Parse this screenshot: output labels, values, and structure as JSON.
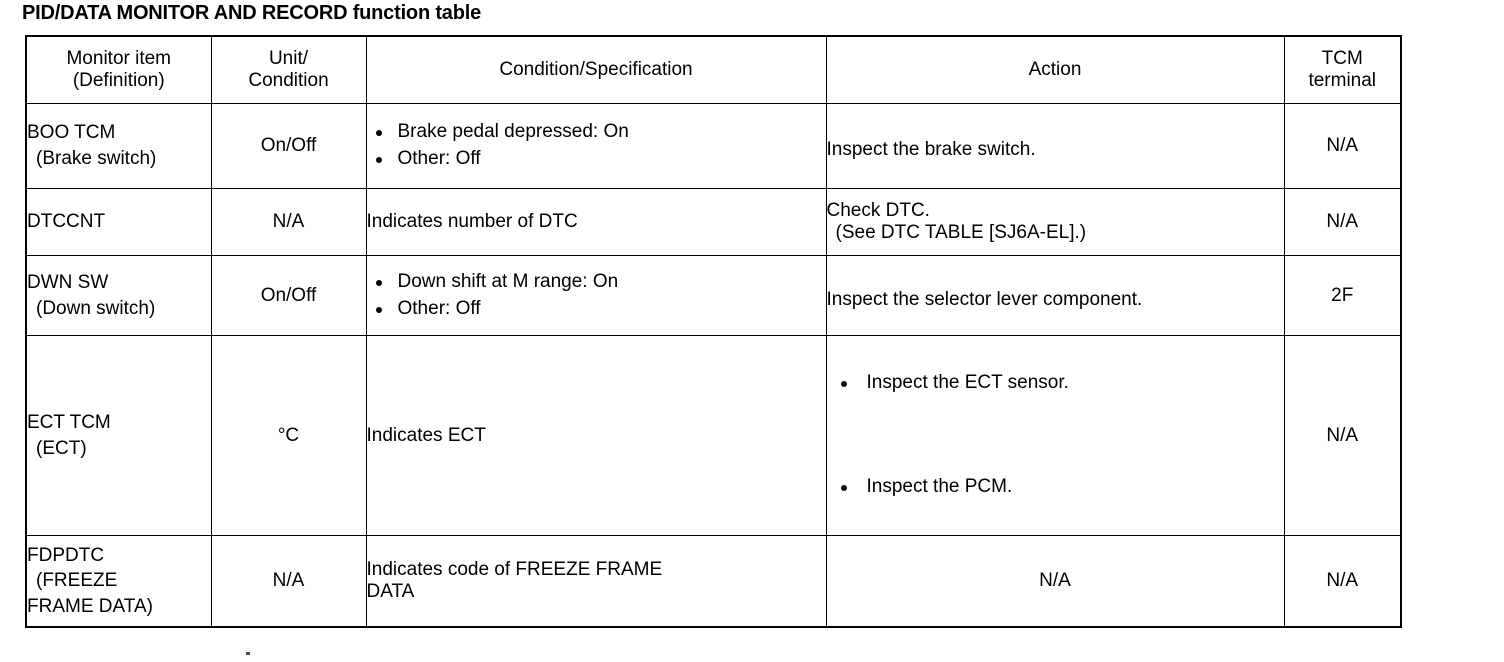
{
  "page_title": "PID/DATA MONITOR AND RECORD function table",
  "table": {
    "headers": {
      "monitor_item_line1": "Monitor item",
      "monitor_item_line2": "(Definition)",
      "unit_line1": "Unit/",
      "unit_line2": "Condition",
      "condition_spec": "Condition/Specification",
      "action": "Action",
      "tcm_line1": "TCM",
      "tcm_line2": "terminal"
    },
    "rows": [
      {
        "item_line1": "BOO TCM",
        "item_line2": "(Brake switch)",
        "unit": "On/Off",
        "condition_bullets": [
          "Brake pedal depressed: On",
          "Other: Off"
        ],
        "action_lines": [
          "Inspect the brake switch."
        ],
        "tcm_terminal": "N/A"
      },
      {
        "item_line1": "DTCCNT",
        "item_line2": "",
        "unit": "N/A",
        "condition_text": "Indicates number of DTC",
        "action_lines": [
          "Check DTC.",
          "(See DTC TABLE [SJ6A-EL].)"
        ],
        "tcm_terminal": "N/A"
      },
      {
        "item_line1": "DWN SW",
        "item_line2": "(Down switch)",
        "unit": "On/Off",
        "condition_bullets": [
          "Down shift at M range: On",
          "Other: Off"
        ],
        "action_lines": [
          "Inspect the selector lever component."
        ],
        "tcm_terminal": "2F"
      },
      {
        "item_line1": "ECT TCM",
        "item_line2": "(ECT)",
        "unit": "°C",
        "condition_text": "Indicates ECT",
        "action_bullets": [
          "Inspect the ECT sensor.",
          "Inspect the PCM."
        ],
        "tcm_terminal": "N/A"
      },
      {
        "item_line1": "FDPDTC",
        "item_line2": "(FREEZE",
        "item_line3": "FRAME DATA)",
        "unit": "N/A",
        "condition_line1": "Indicates code of FREEZE FRAME",
        "condition_line2": "DATA",
        "action_text": "N/A",
        "tcm_terminal": "N/A"
      }
    ]
  }
}
